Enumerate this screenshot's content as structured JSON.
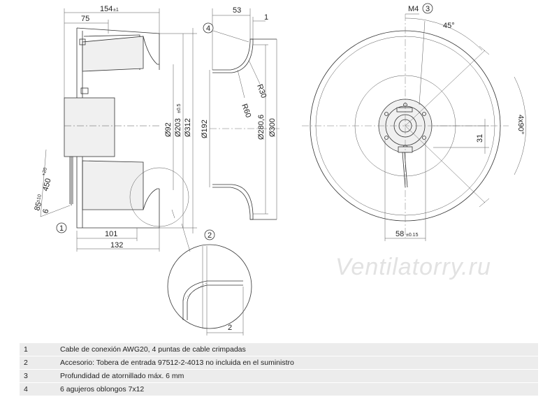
{
  "dimensions": {
    "overall_width": "154",
    "overall_width_tol": "±1",
    "d75": "75",
    "d53": "53",
    "d1": "1",
    "d101": "101",
    "d132": "132",
    "d92": "Ø92",
    "d203": "Ø203",
    "d203_tol": "±0.5",
    "d312": "Ø312",
    "d192": "Ø192",
    "d2806": "Ø280,6",
    "d300": "Ø300",
    "r60": "R60",
    "r30": "R30",
    "cable": "450",
    "cable_tol": "+20",
    "strip": "85",
    "strip_tol": "±10",
    "d6": "6",
    "m4": "M4",
    "angle45": "45°",
    "angle4x90": "4x90°",
    "d31": "31",
    "d58": "58",
    "d58_tol": "±0.15",
    "detail2": "2"
  },
  "callouts": {
    "c1": "1",
    "c2": "2",
    "c3": "3",
    "c4": "4"
  },
  "watermark": "Ventilatorry.ru",
  "legend": [
    {
      "num": "1",
      "text": "Cable de conexión AWG20, 4 puntas de cable crimpadas"
    },
    {
      "num": "2",
      "text": "Accesorio: Tobera de entrada 97512-2-4013 no incluida en el suministro"
    },
    {
      "num": "3",
      "text": "Profundidad de atornillado máx. 6 mm"
    },
    {
      "num": "4",
      "text": "6 agujeros oblongos 7x12"
    }
  ]
}
